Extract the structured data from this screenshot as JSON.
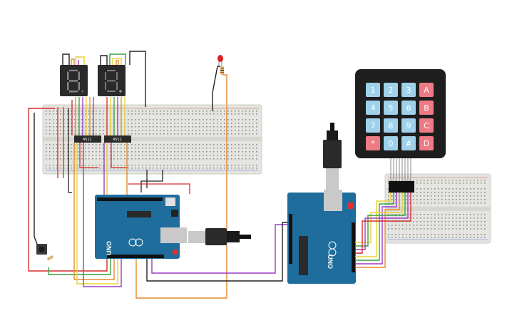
{
  "canvas": {
    "background": "#ffffff"
  },
  "colors": {
    "breadboard": "#e4e4e0",
    "arduino": "#1f6d9c",
    "keypad_frame": "#1e1e1e",
    "key_blue": "#9fd1ea",
    "key_red": "#ee7b84",
    "wire_red": "#d62d2d",
    "wire_orange": "#e48a2c",
    "wire_yellow": "#e6d234",
    "wire_green": "#37a13b",
    "wire_purple": "#9b3cc6",
    "wire_black": "#222222",
    "wire_brown": "#8a5a2b"
  },
  "displays": [
    {
      "name": "seven-segment-display-left",
      "digit": "8."
    },
    {
      "name": "seven-segment-display-right",
      "digit": "8."
    }
  ],
  "ic_chips": [
    {
      "name": "ic-chip-left",
      "label": "4511"
    },
    {
      "name": "ic-chip-right",
      "label": "4511"
    }
  ],
  "arduinos": [
    {
      "name": "arduino-uno-left",
      "brand_mark": "UNO"
    },
    {
      "name": "arduino-uno-right",
      "brand_mark": "UNO"
    }
  ],
  "keypad": {
    "rows": [
      [
        "1",
        "2",
        "3",
        "A"
      ],
      [
        "4",
        "5",
        "6",
        "B"
      ],
      [
        "7",
        "8",
        "9",
        "C"
      ],
      [
        "*",
        "0",
        "#",
        "D"
      ]
    ]
  },
  "icons": [
    "led-icon",
    "resistor-icon",
    "pushbutton-icon",
    "usb-cable-icon"
  ]
}
